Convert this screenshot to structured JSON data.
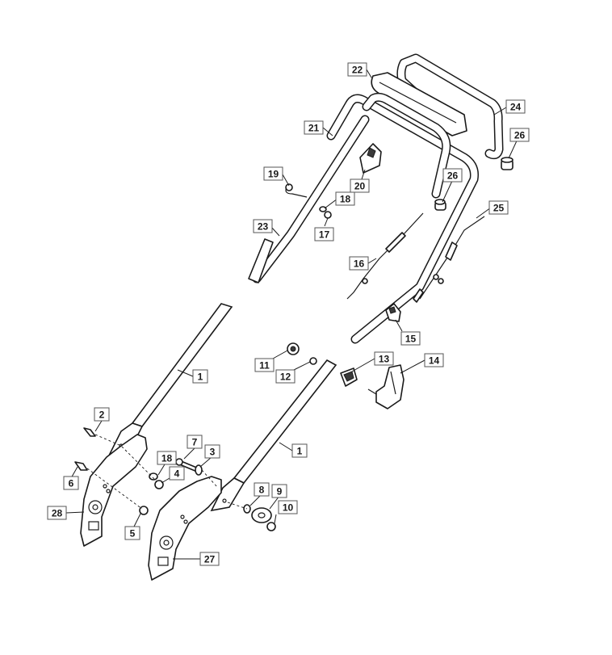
{
  "callouts": [
    {
      "n": "22",
      "label": "22"
    },
    {
      "n": "24",
      "label": "24"
    },
    {
      "n": "21",
      "label": "21"
    },
    {
      "n": "26a",
      "label": "26"
    },
    {
      "n": "19",
      "label": "19"
    },
    {
      "n": "26b",
      "label": "26"
    },
    {
      "n": "20",
      "label": "20"
    },
    {
      "n": "18a",
      "label": "18"
    },
    {
      "n": "25",
      "label": "25"
    },
    {
      "n": "23",
      "label": "23"
    },
    {
      "n": "17",
      "label": "17"
    },
    {
      "n": "16",
      "label": "16"
    },
    {
      "n": "15",
      "label": "15"
    },
    {
      "n": "13",
      "label": "13"
    },
    {
      "n": "14",
      "label": "14"
    },
    {
      "n": "11",
      "label": "11"
    },
    {
      "n": "12",
      "label": "12"
    },
    {
      "n": "1a",
      "label": "1"
    },
    {
      "n": "2",
      "label": "2"
    },
    {
      "n": "7",
      "label": "7"
    },
    {
      "n": "1b",
      "label": "1"
    },
    {
      "n": "18b",
      "label": "18"
    },
    {
      "n": "3",
      "label": "3"
    },
    {
      "n": "4",
      "label": "4"
    },
    {
      "n": "6",
      "label": "6"
    },
    {
      "n": "8",
      "label": "8"
    },
    {
      "n": "9",
      "label": "9"
    },
    {
      "n": "28",
      "label": "28"
    },
    {
      "n": "10",
      "label": "10"
    },
    {
      "n": "5",
      "label": "5"
    },
    {
      "n": "27",
      "label": "27"
    }
  ]
}
